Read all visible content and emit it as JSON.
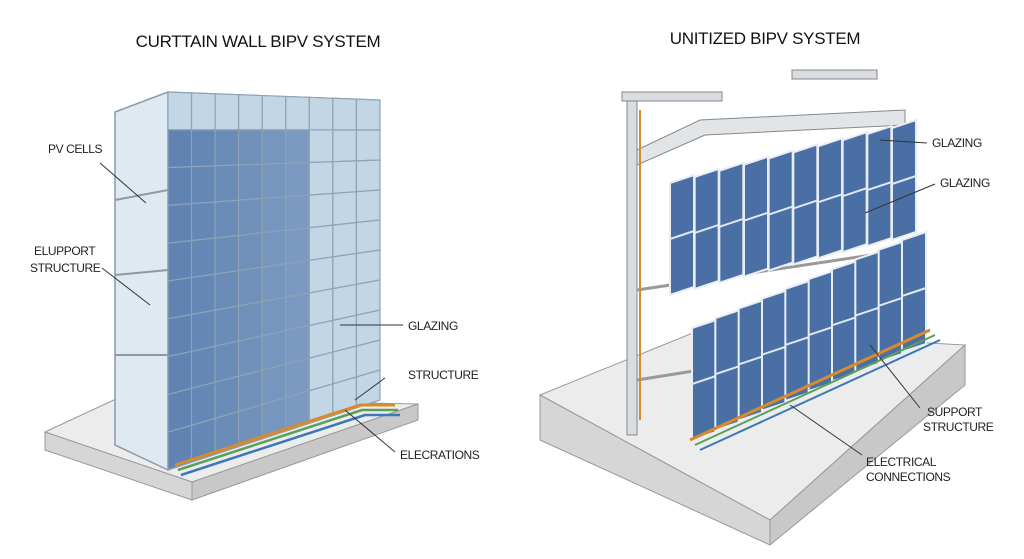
{
  "left": {
    "title": "CURTTAIN WALL BIPV SYSTEM",
    "labels": {
      "pv_cells": "PV CELLS",
      "support_1": "ELUPPORT",
      "support_2": "STRUCTURE",
      "glazing": "GLAZING",
      "structure": "STRUCTURE",
      "elecrations": "ELECRATIONS"
    }
  },
  "right": {
    "title": "UNITIZED BIPV SYSTEM",
    "labels": {
      "glazing_1": "GLAZING",
      "glazing_2": "GLAZING",
      "support_1": "SUPPORT",
      "support_2": "STRUCTURE",
      "electrical_1": "ELECTRICAL",
      "electrical_2": "CONNECTIONS"
    }
  },
  "colors": {
    "pv_blue": "#4a6fa5",
    "glass": "#c9dbe8",
    "frame": "#d9dde2",
    "slab": "#e6e6e6",
    "cable_orange": "#d98a2b",
    "cable_green": "#5aa05a",
    "cable_blue": "#3b78b5"
  }
}
